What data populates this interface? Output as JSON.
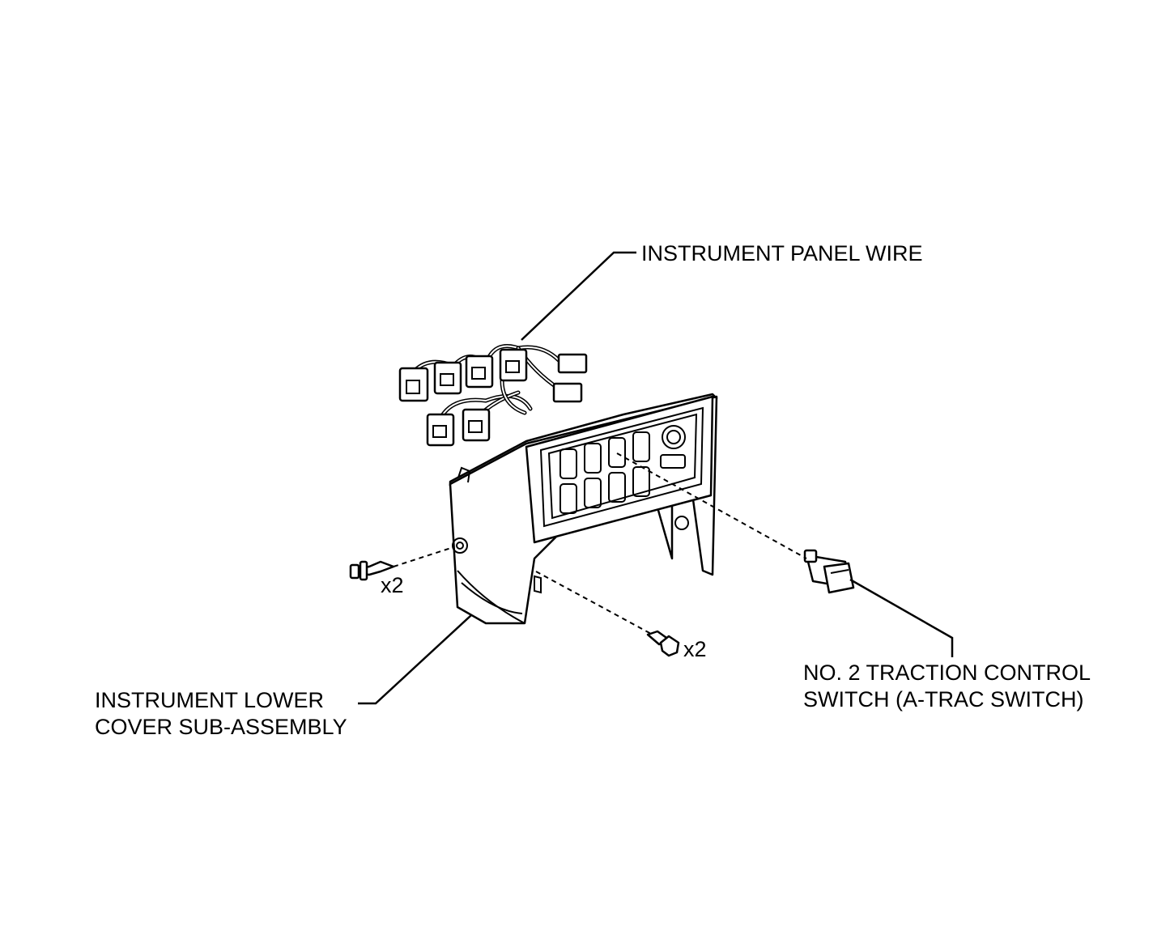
{
  "labels": {
    "panel_wire": "INSTRUMENT PANEL WIRE",
    "lower_cover_line1": "INSTRUMENT LOWER",
    "lower_cover_line2": "COVER SUB-ASSEMBLY",
    "switch_line1": "NO. 2 TRACTION CONTROL",
    "switch_line2": "SWITCH (A-TRAC SWITCH)",
    "clip_qty": "x2",
    "screw_qty": "x2"
  }
}
